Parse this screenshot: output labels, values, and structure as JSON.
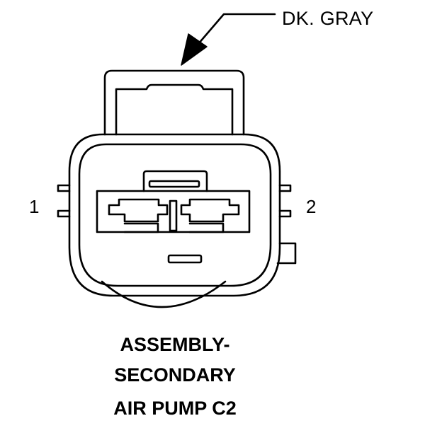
{
  "callout": {
    "color_label": "DK. GRAY"
  },
  "pins": {
    "pin1": "1",
    "pin2": "2"
  },
  "caption": {
    "line1": "ASSEMBLY-",
    "line2": "SECONDARY",
    "line3": "AIR PUMP C2"
  },
  "colors": {
    "ink": "#000000",
    "background": "#ffffff"
  }
}
